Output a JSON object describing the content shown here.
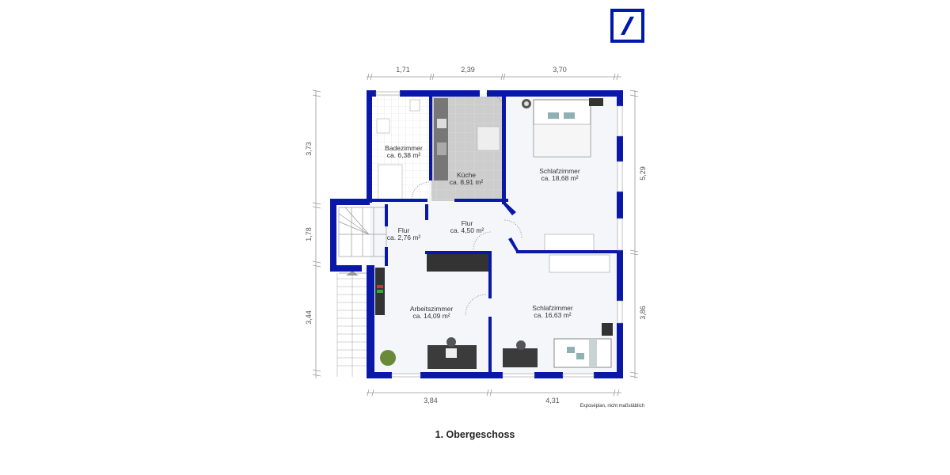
{
  "logo": {
    "name": "Deutsche Bank",
    "color": "#0018a8"
  },
  "colors": {
    "wall": "#0a18a8",
    "floor": "#f4f6fa",
    "tile_light": "#ffffff",
    "tile_grey": "#cfcfcf",
    "dim_line": "#999999"
  },
  "plan": {
    "title": "1. Obergeschoss",
    "note": "Exposéplan, nicht maßstäblich",
    "dimensions": {
      "top": [
        "1,71",
        "2,39",
        "3,70"
      ],
      "left": [
        "3,73",
        "1,78",
        "3,44"
      ],
      "right": [
        "5,29",
        "3,86"
      ],
      "bottom": [
        "3,84",
        "4,31"
      ]
    },
    "rooms": [
      {
        "name": "Badezimmer",
        "area": "ca. 6,38 m²"
      },
      {
        "name": "Küche",
        "area": "ca. 8,91 m²"
      },
      {
        "name": "Schlafzimmer",
        "area": "ca. 18,68 m²"
      },
      {
        "name": "Flur",
        "area": "ca. 2,76 m²"
      },
      {
        "name": "Flur",
        "area": "ca. 4,50 m²"
      },
      {
        "name": "Arbeitszimmer",
        "area": "ca. 14,09 m²"
      },
      {
        "name": "Schlafzimmer",
        "area": "ca. 16,63 m²"
      }
    ]
  }
}
